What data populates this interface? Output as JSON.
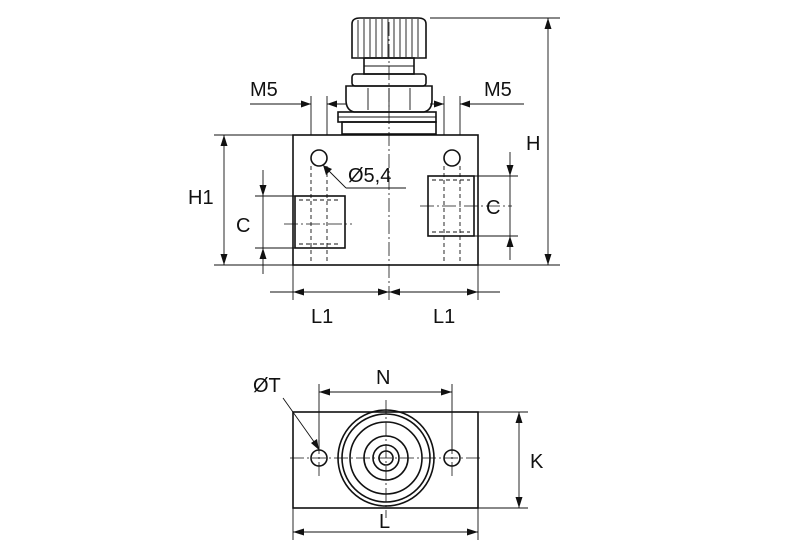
{
  "labels": {
    "m5_left": "M5",
    "m5_right": "M5",
    "hole_dia": "Ø5,4",
    "h": "H",
    "h1": "H1",
    "c_left": "C",
    "c_right": "C",
    "l1_left": "L1",
    "l1_right": "L1",
    "n": "N",
    "t_dia": "ØT",
    "k": "K",
    "l": "L"
  }
}
